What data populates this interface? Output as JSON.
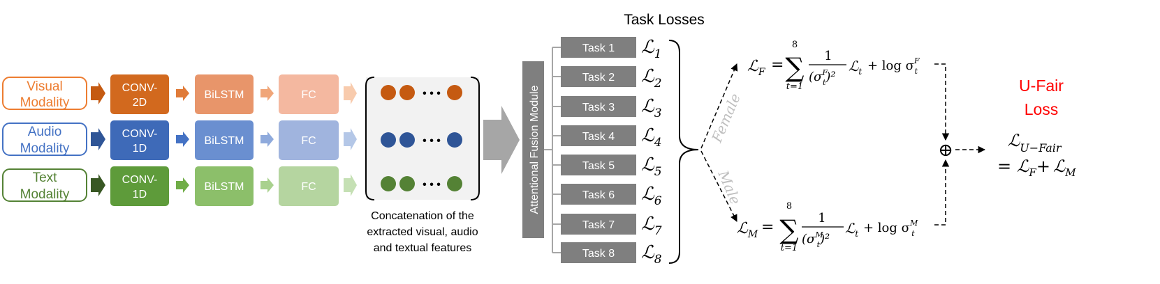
{
  "inputs": [
    {
      "label_line1": "Visual",
      "label_line2": "Modality",
      "conv_line1": "CONV-",
      "conv_line2": "2D",
      "bilstm": "BiLSTM",
      "fc": "FC"
    },
    {
      "label_line1": "Audio",
      "label_line2": "Modality",
      "conv_line1": "CONV-",
      "conv_line2": "1D",
      "bilstm": "BiLSTM",
      "fc": "FC"
    },
    {
      "label_line1": "Text",
      "label_line2": "Modality",
      "conv_line1": "CONV-",
      "conv_line2": "1D",
      "bilstm": "BiLSTM",
      "fc": "FC"
    }
  ],
  "colors": {
    "visual": {
      "border": "#ED7D31",
      "text": "#ED7D31",
      "conv": "#D2691E",
      "bilstm": "#E8956A",
      "fc": "#F4B8A0",
      "arrow1": "#C55A11",
      "arrow2": "#E07B39",
      "arrow3": "#F0A679",
      "arrow4": "#F8CBAD",
      "dot": "#C55A11"
    },
    "audio": {
      "border": "#4472C4",
      "text": "#4472C4",
      "conv": "#3E6AB8",
      "bilstm": "#6A8FD0",
      "fc": "#A0B4DE",
      "arrow1": "#2F5597",
      "arrow2": "#4472C4",
      "arrow3": "#8FAADC",
      "arrow4": "#B4C7E7",
      "dot": "#2F5597"
    },
    "text": {
      "border": "#548235",
      "text": "#548235",
      "conv": "#5E9B3A",
      "bilstm": "#8CBF6A",
      "fc": "#B5D5A0",
      "arrow1": "#385723",
      "arrow2": "#70AD47",
      "arrow3": "#A9D18E",
      "arrow4": "#C5E0B4",
      "dot": "#548235"
    },
    "task_box": "#7F7F7F",
    "fusion_box": "#7F7F7F",
    "big_arrow": "#A6A6A6",
    "ufair": "#FF0000",
    "gender_label": "#BFBFBF"
  },
  "features_caption": [
    "Concatenation of the",
    "extracted visual, audio",
    "and textual features"
  ],
  "ellipsis": "• • •",
  "fusion_label": "Attentional Fusion Module",
  "task_losses_title": "Task Losses",
  "tasks": [
    {
      "label": "Task 1",
      "loss": "ℒ",
      "sub": "1"
    },
    {
      "label": "Task 2",
      "loss": "ℒ",
      "sub": "2"
    },
    {
      "label": "Task 3",
      "loss": "ℒ",
      "sub": "3"
    },
    {
      "label": "Task 4",
      "loss": "ℒ",
      "sub": "4"
    },
    {
      "label": "Task 5",
      "loss": "ℒ",
      "sub": "5"
    },
    {
      "label": "Task 6",
      "loss": "ℒ",
      "sub": "6"
    },
    {
      "label": "Task 7",
      "loss": "ℒ",
      "sub": "7"
    },
    {
      "label": "Task 8",
      "loss": "ℒ",
      "sub": "8"
    }
  ],
  "gender": {
    "female": "Female",
    "male": "Male"
  },
  "formula_female": {
    "lhs": "ℒ",
    "lhs_sub": "F",
    "eq": "=",
    "sum": "∑",
    "sum_top": "8",
    "sum_bottom": "t=1",
    "num": "1",
    "den": "(σ",
    "den_sup": "F",
    "den_sub": "t",
    "den_end": ")²",
    "term": "ℒ",
    "term_sub": "t",
    "plus_log": "+ log σ",
    "log_sub": "t",
    "log_sup": "F"
  },
  "formula_male": {
    "lhs": "ℒ",
    "lhs_sub": "M",
    "eq": "=",
    "sum": "∑",
    "sum_top": "8",
    "sum_bottom": "t=1",
    "num": "1",
    "den": "(σ",
    "den_sup": "M",
    "den_sub": "t",
    "den_end": ")²",
    "term": "ℒ",
    "term_sub": "t",
    "plus_log": "+ log σ",
    "log_sub": "t",
    "log_sup": "M"
  },
  "oplus": "⊕",
  "ufair_title": [
    "U-Fair",
    "Loss"
  ],
  "ufair_formula": {
    "lhs": "ℒ",
    "lhs_sub": "U−Fair",
    "eq": "=",
    "a": "ℒ",
    "a_sub": "F",
    "plus": "+",
    "b": "ℒ",
    "b_sub": "M"
  }
}
